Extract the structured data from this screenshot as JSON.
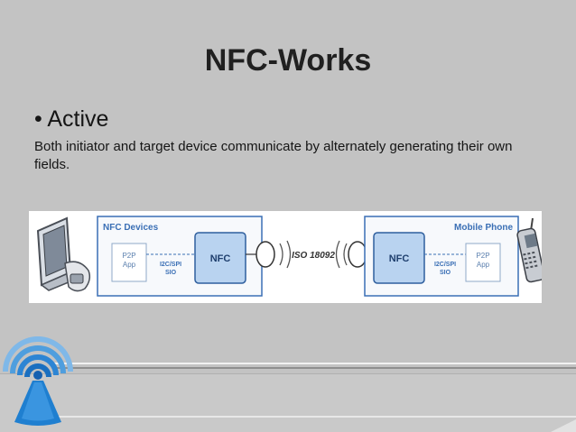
{
  "slide": {
    "title": "NFC-Works",
    "bullet": "• Active",
    "body": "Both initiator and target device communicate by alternately generating their own fields."
  },
  "diagram": {
    "left_box_label": "NFC Devices",
    "right_box_label": "Mobile Phone",
    "left_app_line1": "P2P",
    "left_app_line2": "App",
    "right_app_line1": "P2P",
    "right_app_line2": "App",
    "left_nfc": "NFC",
    "right_nfc": "NFC",
    "left_bus_line1": "I2C/SPI",
    "left_bus_line2": "SIO",
    "right_bus_line1": "I2C/SPI",
    "right_bus_line2": "SIO",
    "protocol": "ISO 18092"
  },
  "colors": {
    "background": "#c3c3c3",
    "diagram_blue": "#3a6fb5",
    "nfc_fill": "#b9d3f0",
    "logo_blue": "#1f7fd0"
  },
  "icons": [
    "computer-monitor-icon",
    "mobile-phone-icon",
    "wireless-signal-logo-icon"
  ]
}
